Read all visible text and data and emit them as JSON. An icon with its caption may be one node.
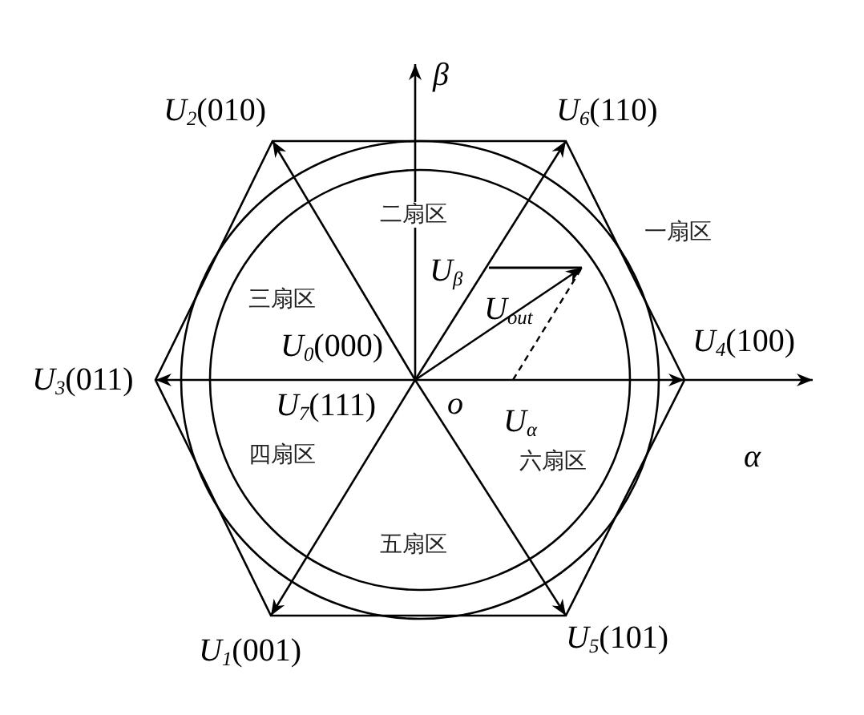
{
  "diagram": {
    "nodes": [
      {
        "text": [
          "*U*$_{2}$(010)"
        ]
      },
      {
        "text": [
          "*U*$_{6}$(110)"
        ]
      },
      {
        "text": [
          "*U*$_{4}$(100)"
        ]
      },
      {
        "text": [
          "*U*$_{3}$(011)"
        ]
      },
      {
        "text": [
          "*o*"
        ]
      },
      {
        "text": [
          "*U*$_{1}$(001)"
        ]
      },
      {
        "text": [
          "*U*$_{5}$(101)"
        ]
      }
    ],
    "edges": [
      {
        "from": 4,
        "to": 0,
        "arrow": "to"
      },
      {
        "from": 4,
        "to": 1,
        "arrow": "to"
      },
      {
        "from": 4,
        "to": 2,
        "arrow": "to"
      },
      {
        "from": 4,
        "to": 3,
        "arrow": "to"
      },
      {
        "from": 4,
        "to": 5,
        "arrow": "to"
      },
      {
        "from": 4,
        "to": 6,
        "arrow": "to"
      },
      {
        "from": 4,
        "to": null,
        "arrow": "to",
        "label": "*U*$_{out}$"
      }
    ],
    "labels": [
      "*β*",
      "二扇区",
      "一扇区",
      "*U*$_{β}$",
      "三扇区",
      "*U*$_{0}$(000)",
      "*U*$_{7}$(111)",
      "*U*$_{α}$",
      "四扇区",
      "六扇区",
      "*α*",
      "五扇区"
    ]
  }
}
